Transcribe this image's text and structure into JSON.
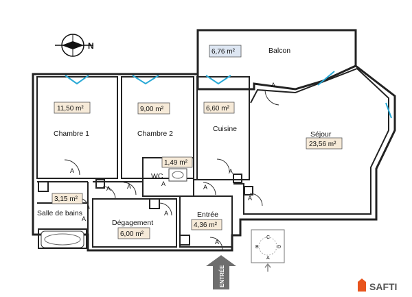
{
  "rooms": {
    "chambre1": {
      "name": "Chambre 1",
      "area": "11,50 m²"
    },
    "chambre2": {
      "name": "Chambre 2",
      "area": "9,00 m²"
    },
    "cuisine": {
      "name": "Cuisine",
      "area": "6,60 m²"
    },
    "sejour": {
      "name": "Séjour",
      "area": "23,56 m²"
    },
    "balcon": {
      "name": "Balcon",
      "area": "6,76 m²"
    },
    "wc": {
      "name": "WC",
      "area": "1,49 m²"
    },
    "sdb": {
      "name": "Salle de bains",
      "area": "3,15 m²"
    },
    "degagement": {
      "name": "Dégagement",
      "area": "6,00 m²"
    },
    "entree": {
      "name": "Entrée",
      "area": "4,36 m²"
    }
  },
  "door_label": "A",
  "entrance_arrow": "ENTRÉE",
  "compass": {
    "letter": "N"
  },
  "legend": {
    "a": "A",
    "b": "B",
    "c": "C",
    "d": "D"
  },
  "brand": {
    "name": "SAFTI",
    "color": "#e8541d"
  },
  "colors": {
    "area_tag": "#f6ead8",
    "balcon_tag": "#dde6f2",
    "window": "#29a9d6",
    "wall": "#222222"
  }
}
